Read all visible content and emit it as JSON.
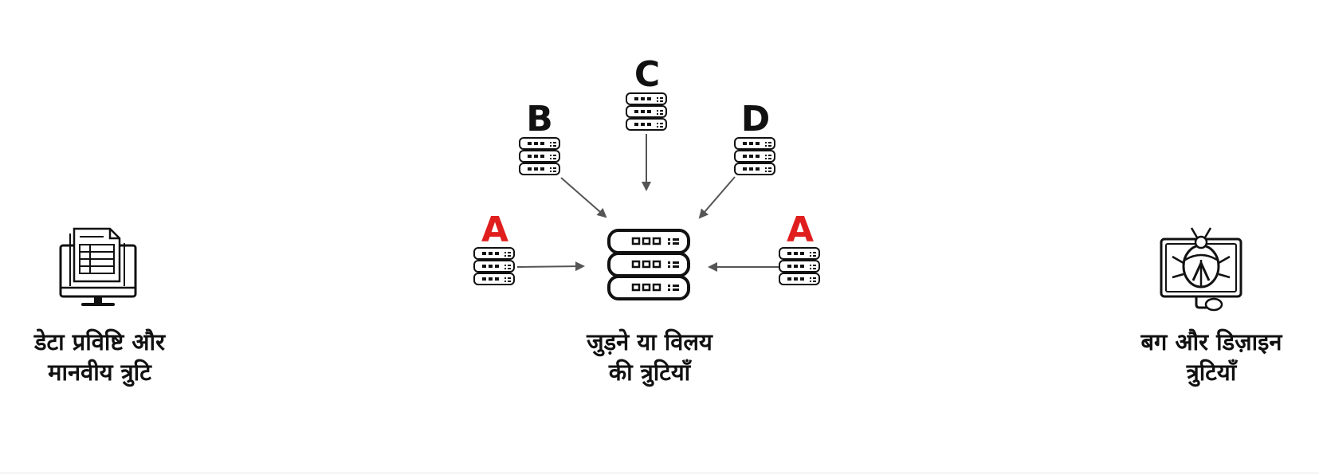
{
  "colors": {
    "ink": "#111111",
    "accent_red": "#e01e1e",
    "arrow": "#555555"
  },
  "panels": {
    "left": {
      "icon": "monitor-spreadsheet-icon",
      "caption_line1": "डेटा प्रविष्टि और",
      "caption_line2": "मानवीय त्रुटि"
    },
    "center": {
      "caption_line1": "जुड़ने या विलय",
      "caption_line2": "की त्रुटियाँ",
      "hub_icon": "database-server-icon",
      "sources": [
        {
          "label": "A",
          "color": "red"
        },
        {
          "label": "B",
          "color": "black"
        },
        {
          "label": "C",
          "color": "black"
        },
        {
          "label": "D",
          "color": "black"
        },
        {
          "label": "A",
          "color": "red"
        }
      ]
    },
    "right": {
      "icon": "monitor-bug-icon",
      "caption_line1": "बग और डिज़ाइन",
      "caption_line2": "त्रुटियाँ"
    }
  }
}
